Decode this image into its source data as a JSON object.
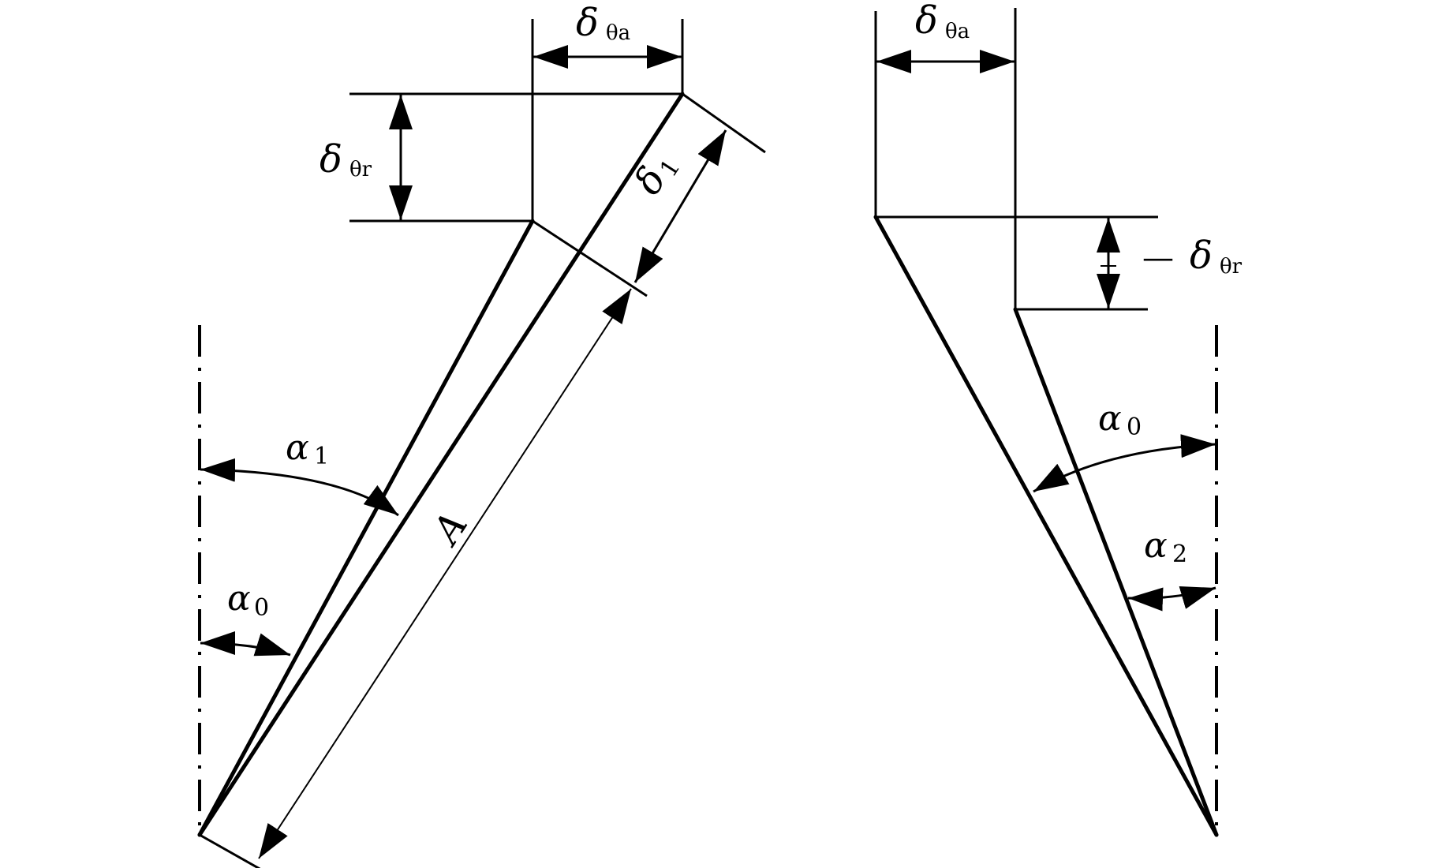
{
  "labels": {
    "delta_theta_a_left": {
      "main": "δ",
      "sub": "θa"
    },
    "delta_theta_r_left": {
      "main": "δ",
      "sub": "θr"
    },
    "delta_1": {
      "main": "δ",
      "sub": "1"
    },
    "A": "A",
    "alpha_1_left": {
      "main": "α",
      "sub": "1"
    },
    "alpha_0_left": {
      "main": "α",
      "sub": "0"
    },
    "delta_theta_a_right": {
      "main": "δ",
      "sub": "θa"
    },
    "delta_theta_r_right": {
      "main": "δ",
      "sub": "θr",
      "prefix": "—"
    },
    "alpha_0_right": {
      "main": "α",
      "sub": "0"
    },
    "alpha_2_right": {
      "main": "α",
      "sub": "2"
    }
  }
}
